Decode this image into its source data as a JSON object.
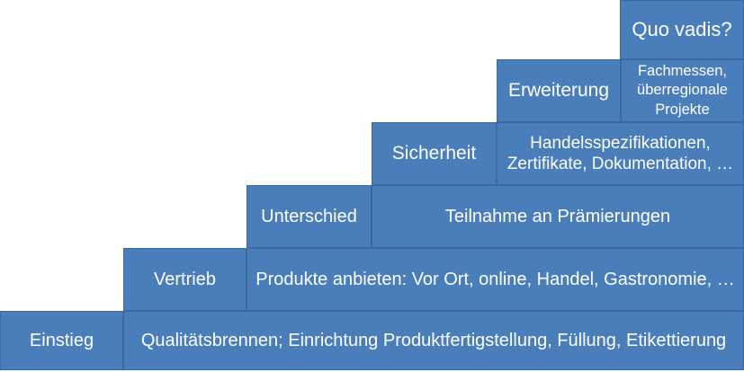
{
  "diagram": {
    "type": "staircase-steps",
    "title": "",
    "colors": {
      "step_fill": "#4a7ebb",
      "step_border": "#3a6aa0",
      "text": "#ffffff",
      "background": "#ffffff"
    },
    "steps": [
      {
        "level": 6,
        "label": "Quo vadis?",
        "description": "",
        "has_description": false
      },
      {
        "level": 5,
        "label": "Erweiterung",
        "description": "Fachmessen, überregionale Projekte",
        "has_description": true
      },
      {
        "level": 4,
        "label": "Sicherheit",
        "description": "Handelsspezifikationen, Zertifikate, Dokumentation, …",
        "has_description": true
      },
      {
        "level": 3,
        "label": "Unterschied",
        "description": "Teilnahme an Prämierungen",
        "has_description": true
      },
      {
        "level": 2,
        "label": "Vertrieb",
        "description": "Produkte anbieten: Vor Ort, online, Handel, Gastronomie, …",
        "has_description": true
      },
      {
        "level": 1,
        "label": "Einstieg",
        "description": "Qualitätsbrennen; Einrichtung Produktfertigstellung, Füllung, Etikettierung",
        "has_description": true
      }
    ]
  }
}
